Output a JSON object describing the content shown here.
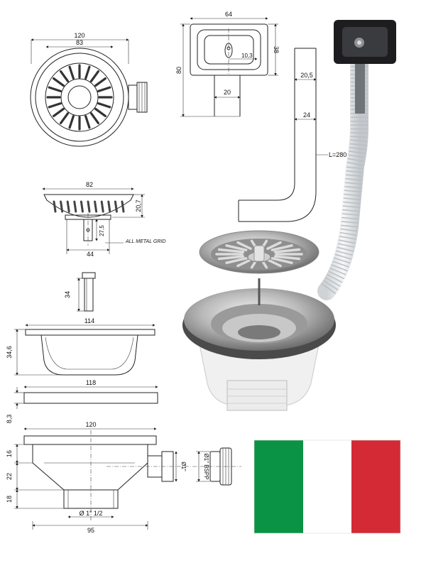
{
  "drawing": {
    "top_view": {
      "outer_diameter": "120",
      "inner_diameter": "83"
    },
    "overflow_box": {
      "width": "64",
      "height": "38",
      "total_height": "80",
      "slot": "10,3",
      "neck": "20"
    },
    "overflow_tube": {
      "offset": "20,5",
      "width": "24",
      "length": "L=280"
    },
    "strainer": {
      "diameter": "82",
      "height": "20,7",
      "stem": "27,5",
      "stem_base": "44",
      "note": "ALL METAL GRID"
    },
    "stopper": {
      "height": "34"
    },
    "basket": {
      "rim": "114",
      "depth": "34,6"
    },
    "gasket": {
      "width": "118",
      "thickness": "8,3"
    },
    "body": {
      "flange": "120",
      "base": "95",
      "h1": "16",
      "h2": "22",
      "h3": "18",
      "outlet_thread": "Ø 1\" 1/2",
      "side_port": "Ø1\"",
      "side_bspp": "Ø1\" BSPP"
    }
  },
  "flag": {
    "colors": [
      "#0a9344",
      "#ffffff",
      "#d42a36"
    ]
  }
}
